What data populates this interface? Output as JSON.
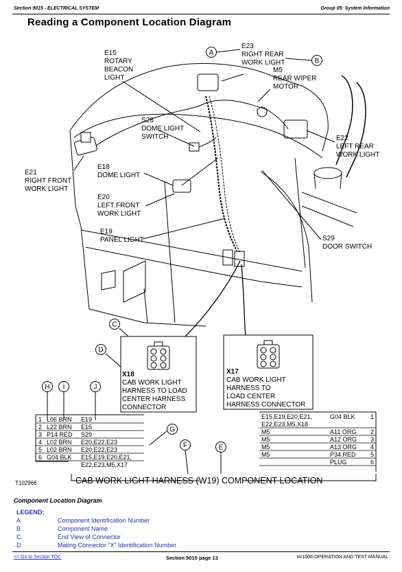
{
  "header": {
    "section": "Section 9015 - ELECTRICAL SYSTEM",
    "group": "Group 05: System Information"
  },
  "page_title": "Reading a Component Location Diagram",
  "diagram": {
    "components": {
      "e23": [
        "E23",
        "RIGHT REAR",
        "WORK LIGHT"
      ],
      "e15": [
        "E15",
        "ROTARY",
        "BEACON",
        "LIGHT"
      ],
      "m5": [
        "M5",
        "REAR WIPER",
        "MOTOR"
      ],
      "s28": [
        "S28",
        "DOME LIGHT",
        "SWITCH"
      ],
      "e22": [
        "E22",
        "LEFT REAR",
        "WORK LIGHT"
      ],
      "e21": [
        "E21",
        "RIGHT FRONT",
        "WORK LIGHT"
      ],
      "e18": [
        "E18",
        "DOME LIGHT"
      ],
      "e20": [
        "E20",
        "LEFT FRONT",
        "WORK LIGHT"
      ],
      "e19": [
        "E19",
        "PANEL LIGHT"
      ],
      "s29": [
        "S29",
        "DOOR SWITCH"
      ]
    },
    "connectors": {
      "x18": [
        "X18",
        "CAB WORK LIGHT",
        "HARNESS TO LOAD",
        "CENTER HARNESS",
        "CONNECTOR"
      ],
      "x17": [
        "X17",
        "CAB WORK LIGHT",
        "HARNESS TO",
        "LOAD CENTER",
        "HARNESS CONNECTOR"
      ]
    },
    "callouts": [
      "A",
      "B",
      "C",
      "D",
      "E",
      "F",
      "G",
      "H",
      "I",
      "J"
    ],
    "left_table": [
      [
        "1",
        "L06 BRN",
        "E19"
      ],
      [
        "2",
        "L22 BRN",
        "E15"
      ],
      [
        "3",
        "P14 RED",
        "S29"
      ],
      [
        "4",
        "L02 BRN",
        "E20,E22,E23"
      ],
      [
        "5",
        "L02 BRN",
        "E20,E22,E23"
      ],
      [
        "6",
        "G04 BLK",
        "E15,E19,E20,E21,",
        "E22,E23,M5,X17"
      ]
    ],
    "right_table": [
      [
        "E15,E19,E20,E21,",
        "G04 BLK",
        "1"
      ],
      [
        "E22,E23,M5,X18",
        "",
        ""
      ],
      [
        "M5",
        "A11 ORG",
        "2"
      ],
      [
        "M5",
        "A12 ORG",
        "3"
      ],
      [
        "M5",
        "A13 ORG",
        "4"
      ],
      [
        "M5",
        "P34 RED",
        "5"
      ],
      [
        "",
        "PLUG",
        "6"
      ]
    ],
    "figure_id": "T102966",
    "harness_title": "CAB WORK LIGHT HARNESS (W19) COMPONENT LOCATION"
  },
  "caption": "Component Location Diagram",
  "legend": {
    "title": "LEGEND:",
    "items": [
      {
        "key": "A",
        "text": "Component Identification Number"
      },
      {
        "key": "B",
        "text": "Component Name"
      },
      {
        "key": "C",
        "text": "End View of Connector"
      },
      {
        "key": "D",
        "text": "Mating Connector “X” Identification Number"
      }
    ]
  },
  "footer": {
    "toc": "<< Go to Section TOC",
    "page": "Section 9015 page 13",
    "manual": "tm1608-OPERATION AND TEST MANUAL"
  }
}
